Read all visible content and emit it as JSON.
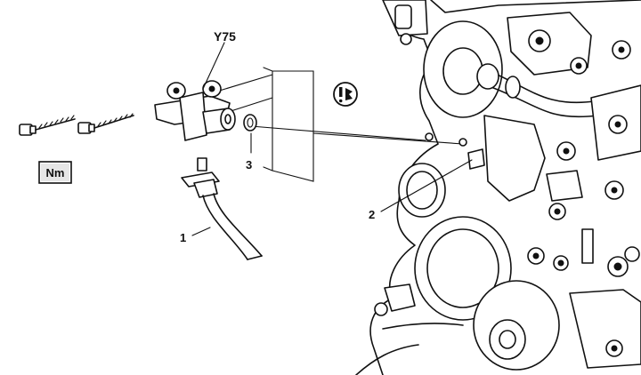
{
  "labels": {
    "valve": "Y75",
    "hose": "1",
    "stud": "2",
    "seal": "3",
    "torque_box": "Nm"
  },
  "icons": {
    "safety_symbol": "warning-circle-icon"
  },
  "colors": {
    "line": "#111111",
    "background": "#ffffff"
  }
}
